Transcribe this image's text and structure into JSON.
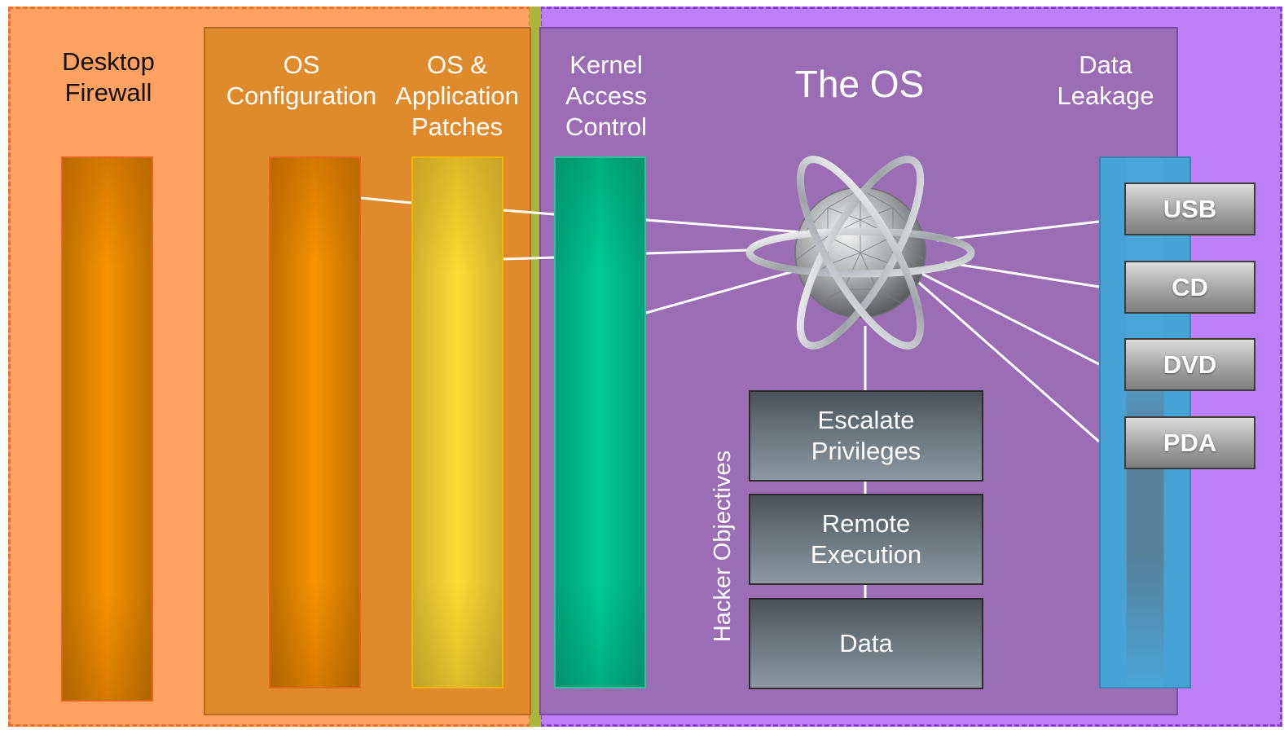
{
  "labels": {
    "desktop_firewall_l1": "Desktop",
    "desktop_firewall_l2": "Firewall",
    "os_config_l1": "OS",
    "os_config_l2": "Configuration",
    "patches_l1": "OS &",
    "patches_l2": "Application",
    "patches_l3": "Patches",
    "kernel_l1": "Kernel",
    "kernel_l2": "Access",
    "kernel_l3": "Control",
    "title": "The OS",
    "leakage_l1": "Data",
    "leakage_l2": "Leakage"
  },
  "media": [
    "USB",
    "CD",
    "DVD",
    "PDA"
  ],
  "objectives_label": "Hacker Objectives",
  "objectives": [
    {
      "l1": "Escalate",
      "l2": "Privileges"
    },
    {
      "l1": "Remote",
      "l2": "Execution"
    },
    {
      "l1": "Data"
    }
  ],
  "colors": {
    "left_zone": "#ffa161",
    "right_zone": "#bd7ff8",
    "inner_orange": "#df8a2b",
    "inner_purple": "#9b6db5",
    "firewall_bar": "#f79400",
    "patches_bar": "#fedc33",
    "kernel_bar": "#00ca96",
    "leakage_bar": "#47a3d6"
  },
  "icons": {
    "os_core": "atom-globe-icon"
  }
}
